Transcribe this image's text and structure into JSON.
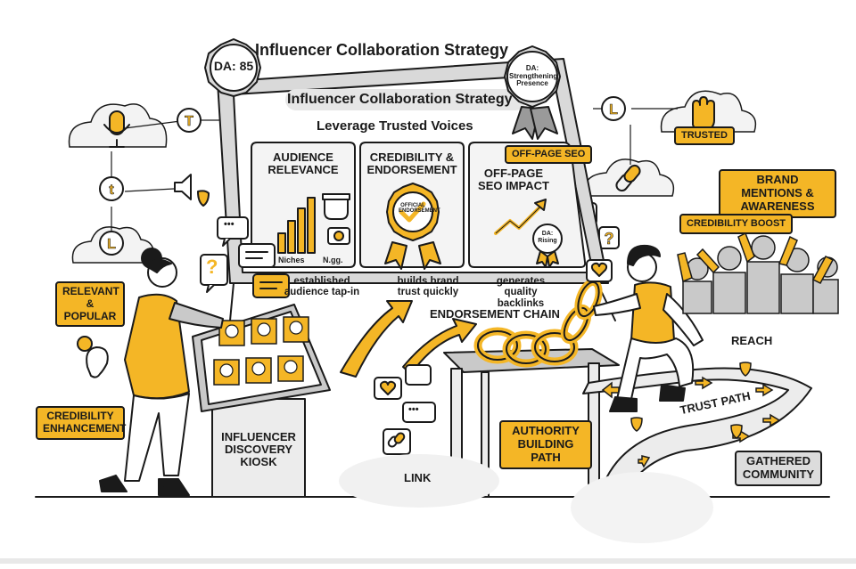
{
  "colors": {
    "accent": "#f4b626",
    "ink": "#1a1a1a",
    "grey": "#c9c9c9",
    "light": "#ececec"
  },
  "header": {
    "title": "Influencer Collaboration Strategy",
    "badge_left": "DA: 85",
    "badge_right": "DA: Strengthening Presence"
  },
  "board": {
    "title": "Influencer Collaboration Strategy",
    "subtitle": "Leverage Trusted Voices",
    "panels": [
      {
        "heading": "AUDIENCE RELEVANCE",
        "caption": "established audience tap-in",
        "chart_labels": [
          "Niches",
          "N.gg."
        ]
      },
      {
        "heading": "CREDIBILITY & ENDORSEMENT",
        "caption": "builds brand trust quickly",
        "seal": "OFFICIAL ENDORSEMENT"
      },
      {
        "heading": "OFF-PAGE SEO IMPACT",
        "caption": "generates quality backlinks",
        "tag": "OFF-PAGE SEO",
        "mini_badge": "DA: Rising"
      }
    ]
  },
  "labels": {
    "relevant": "RELEVANT & POPULAR",
    "cred_enh": "CREDIBILITY ENHANCEMENT",
    "kiosk": "INFLUENCER DISCOVERY KIOSK",
    "endorsement_chain": "ENDORSEMENT CHAIN",
    "authority": "AUTHORITY BUILDING PATH",
    "link": "LINK",
    "trusted": "TRUSTED",
    "brand_mentions": "BRAND MENTIONS & AWARENESS",
    "cred_boost": "CREDIBILITY BOOST",
    "reach": "REACH",
    "trust_path": "TRUST PATH",
    "gathered": "GATHERED COMMUNITY"
  },
  "icons": {
    "bubble_letters": [
      "T",
      "t",
      "L",
      "L"
    ],
    "question": "?",
    "dots": "•••"
  }
}
